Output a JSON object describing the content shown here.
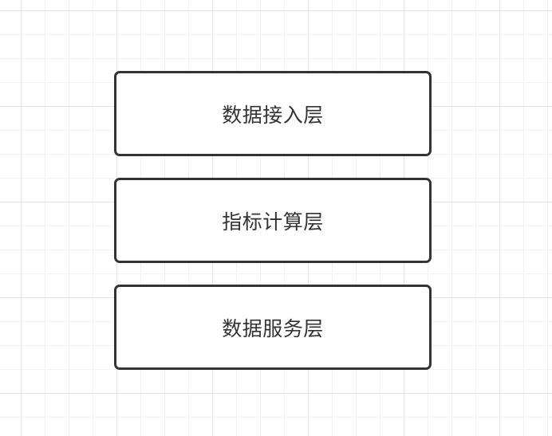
{
  "diagram": {
    "layers": [
      {
        "label": "数据接入层"
      },
      {
        "label": "指标计算层"
      },
      {
        "label": "数据服务层"
      }
    ]
  }
}
